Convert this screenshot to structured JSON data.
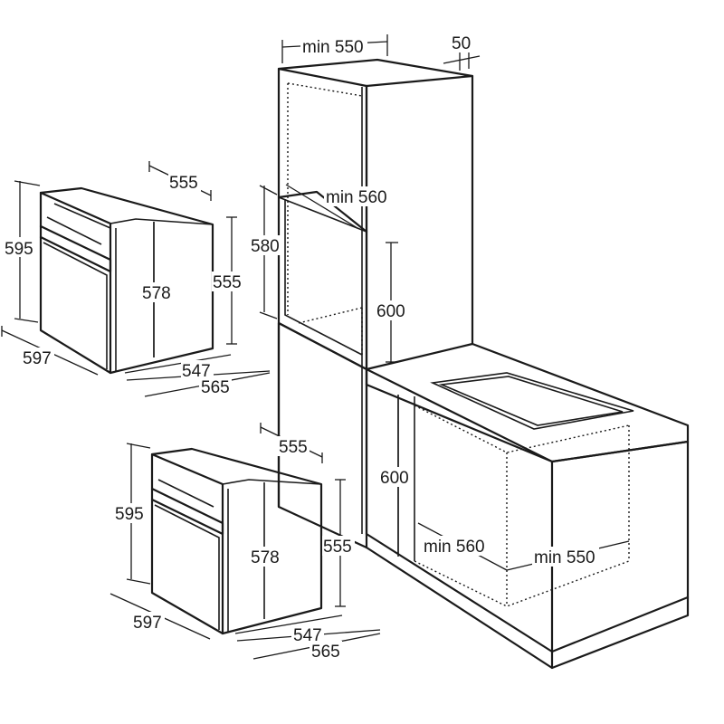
{
  "labels": {
    "top_oven": {
      "height_595": "595",
      "width_597": "597",
      "depth_555": "555",
      "inner_578": "578",
      "side_555": "555",
      "depth_547": "547",
      "depth_565": "565"
    },
    "bottom_oven": {
      "height_595": "595",
      "width_597": "597",
      "depth_555": "555",
      "inner_578": "578",
      "side_555": "555",
      "depth_547": "547",
      "depth_565": "565"
    },
    "tall_unit": {
      "min_550": "min 550",
      "gap_50": "50",
      "min_560": "min 560",
      "height_580": "580",
      "height_600": "600"
    },
    "under_counter": {
      "height_600": "600",
      "min_560": "min 560",
      "min_550": "min 550"
    }
  }
}
